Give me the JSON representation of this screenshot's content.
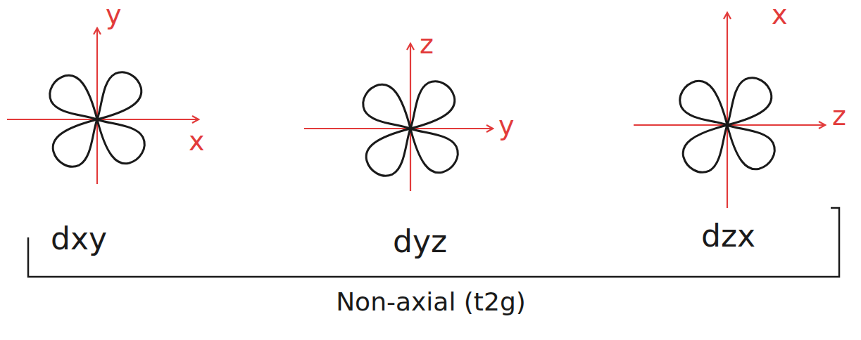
{
  "diagram": {
    "caption": "Non-axial (t2g)",
    "labels": [
      "y",
      "x",
      "z",
      "y",
      "x",
      "z",
      "dxy",
      "dyz",
      "dzx"
    ]
  }
}
